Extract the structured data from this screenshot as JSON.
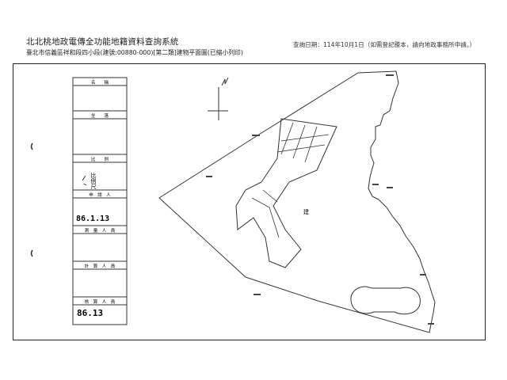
{
  "header": {
    "title": "北北桃地政電傳全功能地籍資料查詢系統",
    "subtitle": "臺北市信義區祥和段四小段(建號:00880-000)[第二類]建物平面圖(已縮小列印)",
    "query_date": "查詢日期：114年10月1日（如需登記謄本，請向地政事務所申請。）"
  },
  "form": {
    "name_label": "名　　稱",
    "location_label": "坐　　落",
    "scale_label": "比　　例",
    "scale_value": "比例尺",
    "applicant_label": "申　請　人",
    "applicant_date": "86.1.13",
    "surveyor_label": "測　量　人　員",
    "calc_label": "計　算　人　員",
    "checker_label": "核　算　人　員",
    "checker_date": "86.13"
  },
  "plan": {
    "area_label": "建"
  }
}
